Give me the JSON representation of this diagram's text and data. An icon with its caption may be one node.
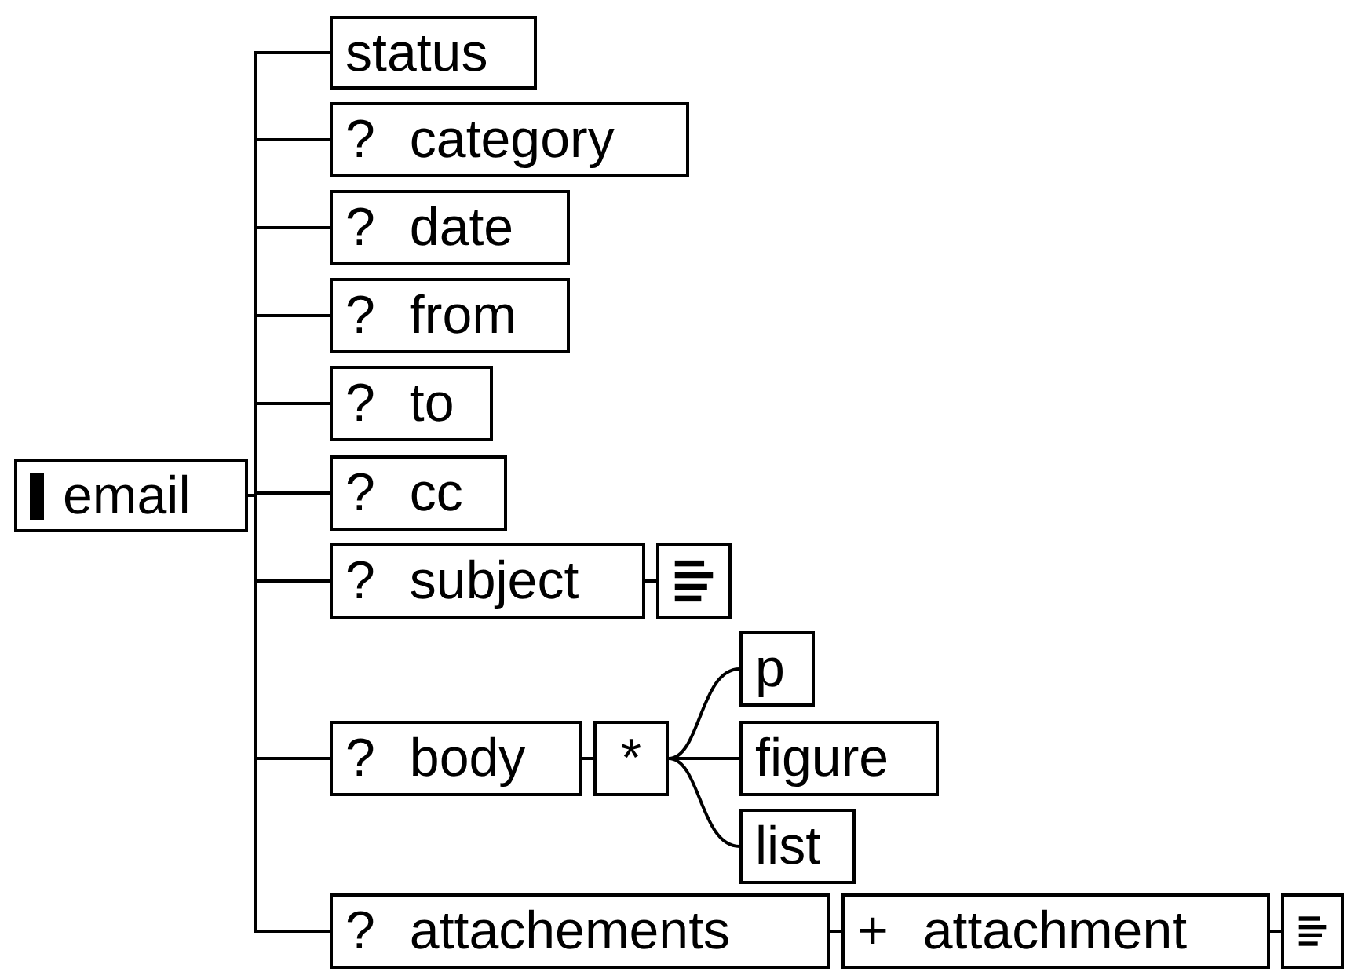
{
  "diagram": {
    "nodes": [
      {
        "text": [
          "email"
        ]
      },
      {
        "text": [
          "status"
        ]
      },
      {
        "text": [
          "?",
          "category"
        ]
      },
      {
        "text": [
          "?",
          "date"
        ]
      },
      {
        "text": [
          "?",
          "from"
        ]
      },
      {
        "text": [
          "?",
          "to"
        ]
      },
      {
        "text": [
          "?",
          "cc"
        ]
      },
      {
        "text": [
          "?",
          "subject"
        ]
      },
      {
        "text": [],
        "shape": "box"
      },
      {
        "text": [
          "?",
          "body"
        ]
      },
      {
        "text": [
          "*"
        ]
      },
      {
        "text": [
          "p"
        ]
      },
      {
        "text": [
          "figure"
        ]
      },
      {
        "text": [
          "list"
        ]
      },
      {
        "text": [
          "?",
          "attachements"
        ]
      },
      {
        "text": [
          "+",
          "attachment"
        ]
      },
      {
        "text": [],
        "shape": "box"
      }
    ],
    "edges": [
      {
        "from": 0,
        "to": 1,
        "arrow": "none"
      },
      {
        "from": 0,
        "to": 2,
        "arrow": "none"
      },
      {
        "from": 0,
        "to": 3,
        "arrow": "none"
      },
      {
        "from": 0,
        "to": 4,
        "arrow": "none"
      },
      {
        "from": 0,
        "to": 5,
        "arrow": "none"
      },
      {
        "from": 0,
        "to": 6,
        "arrow": "none"
      },
      {
        "from": 0,
        "to": 7,
        "arrow": "none"
      },
      {
        "from": 0,
        "to": 9,
        "arrow": "none"
      },
      {
        "from": 0,
        "to": 14,
        "arrow": "none"
      },
      {
        "from": 7,
        "to": 8,
        "arrow": "none"
      },
      {
        "from": 9,
        "to": 10,
        "arrow": "none"
      },
      {
        "from": 10,
        "to": 11,
        "arrow": "none"
      },
      {
        "from": 10,
        "to": 12,
        "arrow": "none"
      },
      {
        "from": 10,
        "to": 13,
        "arrow": "none"
      },
      {
        "from": 14,
        "to": 15,
        "arrow": "none"
      },
      {
        "from": 15,
        "to": 16,
        "arrow": "none"
      }
    ]
  }
}
